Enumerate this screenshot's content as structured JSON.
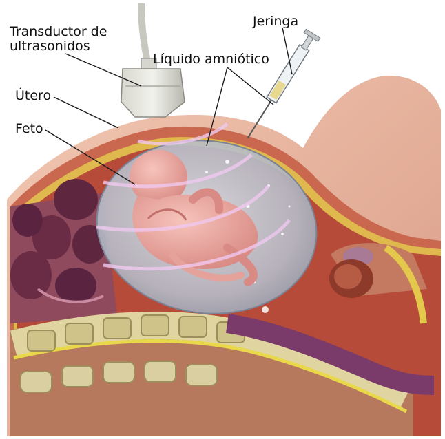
{
  "labels": {
    "transductor_line1": "Transductor de",
    "transductor_line2": "ultrasonidos",
    "jeringa": "Jeringa",
    "liquido": "Líquido amniótico",
    "utero": "Útero",
    "feto": "Feto"
  },
  "colors": {
    "skin": "#e7b39b",
    "uterus_wall": "#b64b3a",
    "amniotic_sac": "#c4cad3",
    "fetus": "#e9a8a0",
    "spine_bone": "#d9d3a0",
    "intestine": "#6a2c44",
    "bladder": "#a87a96",
    "fat": "#e3c84c"
  }
}
